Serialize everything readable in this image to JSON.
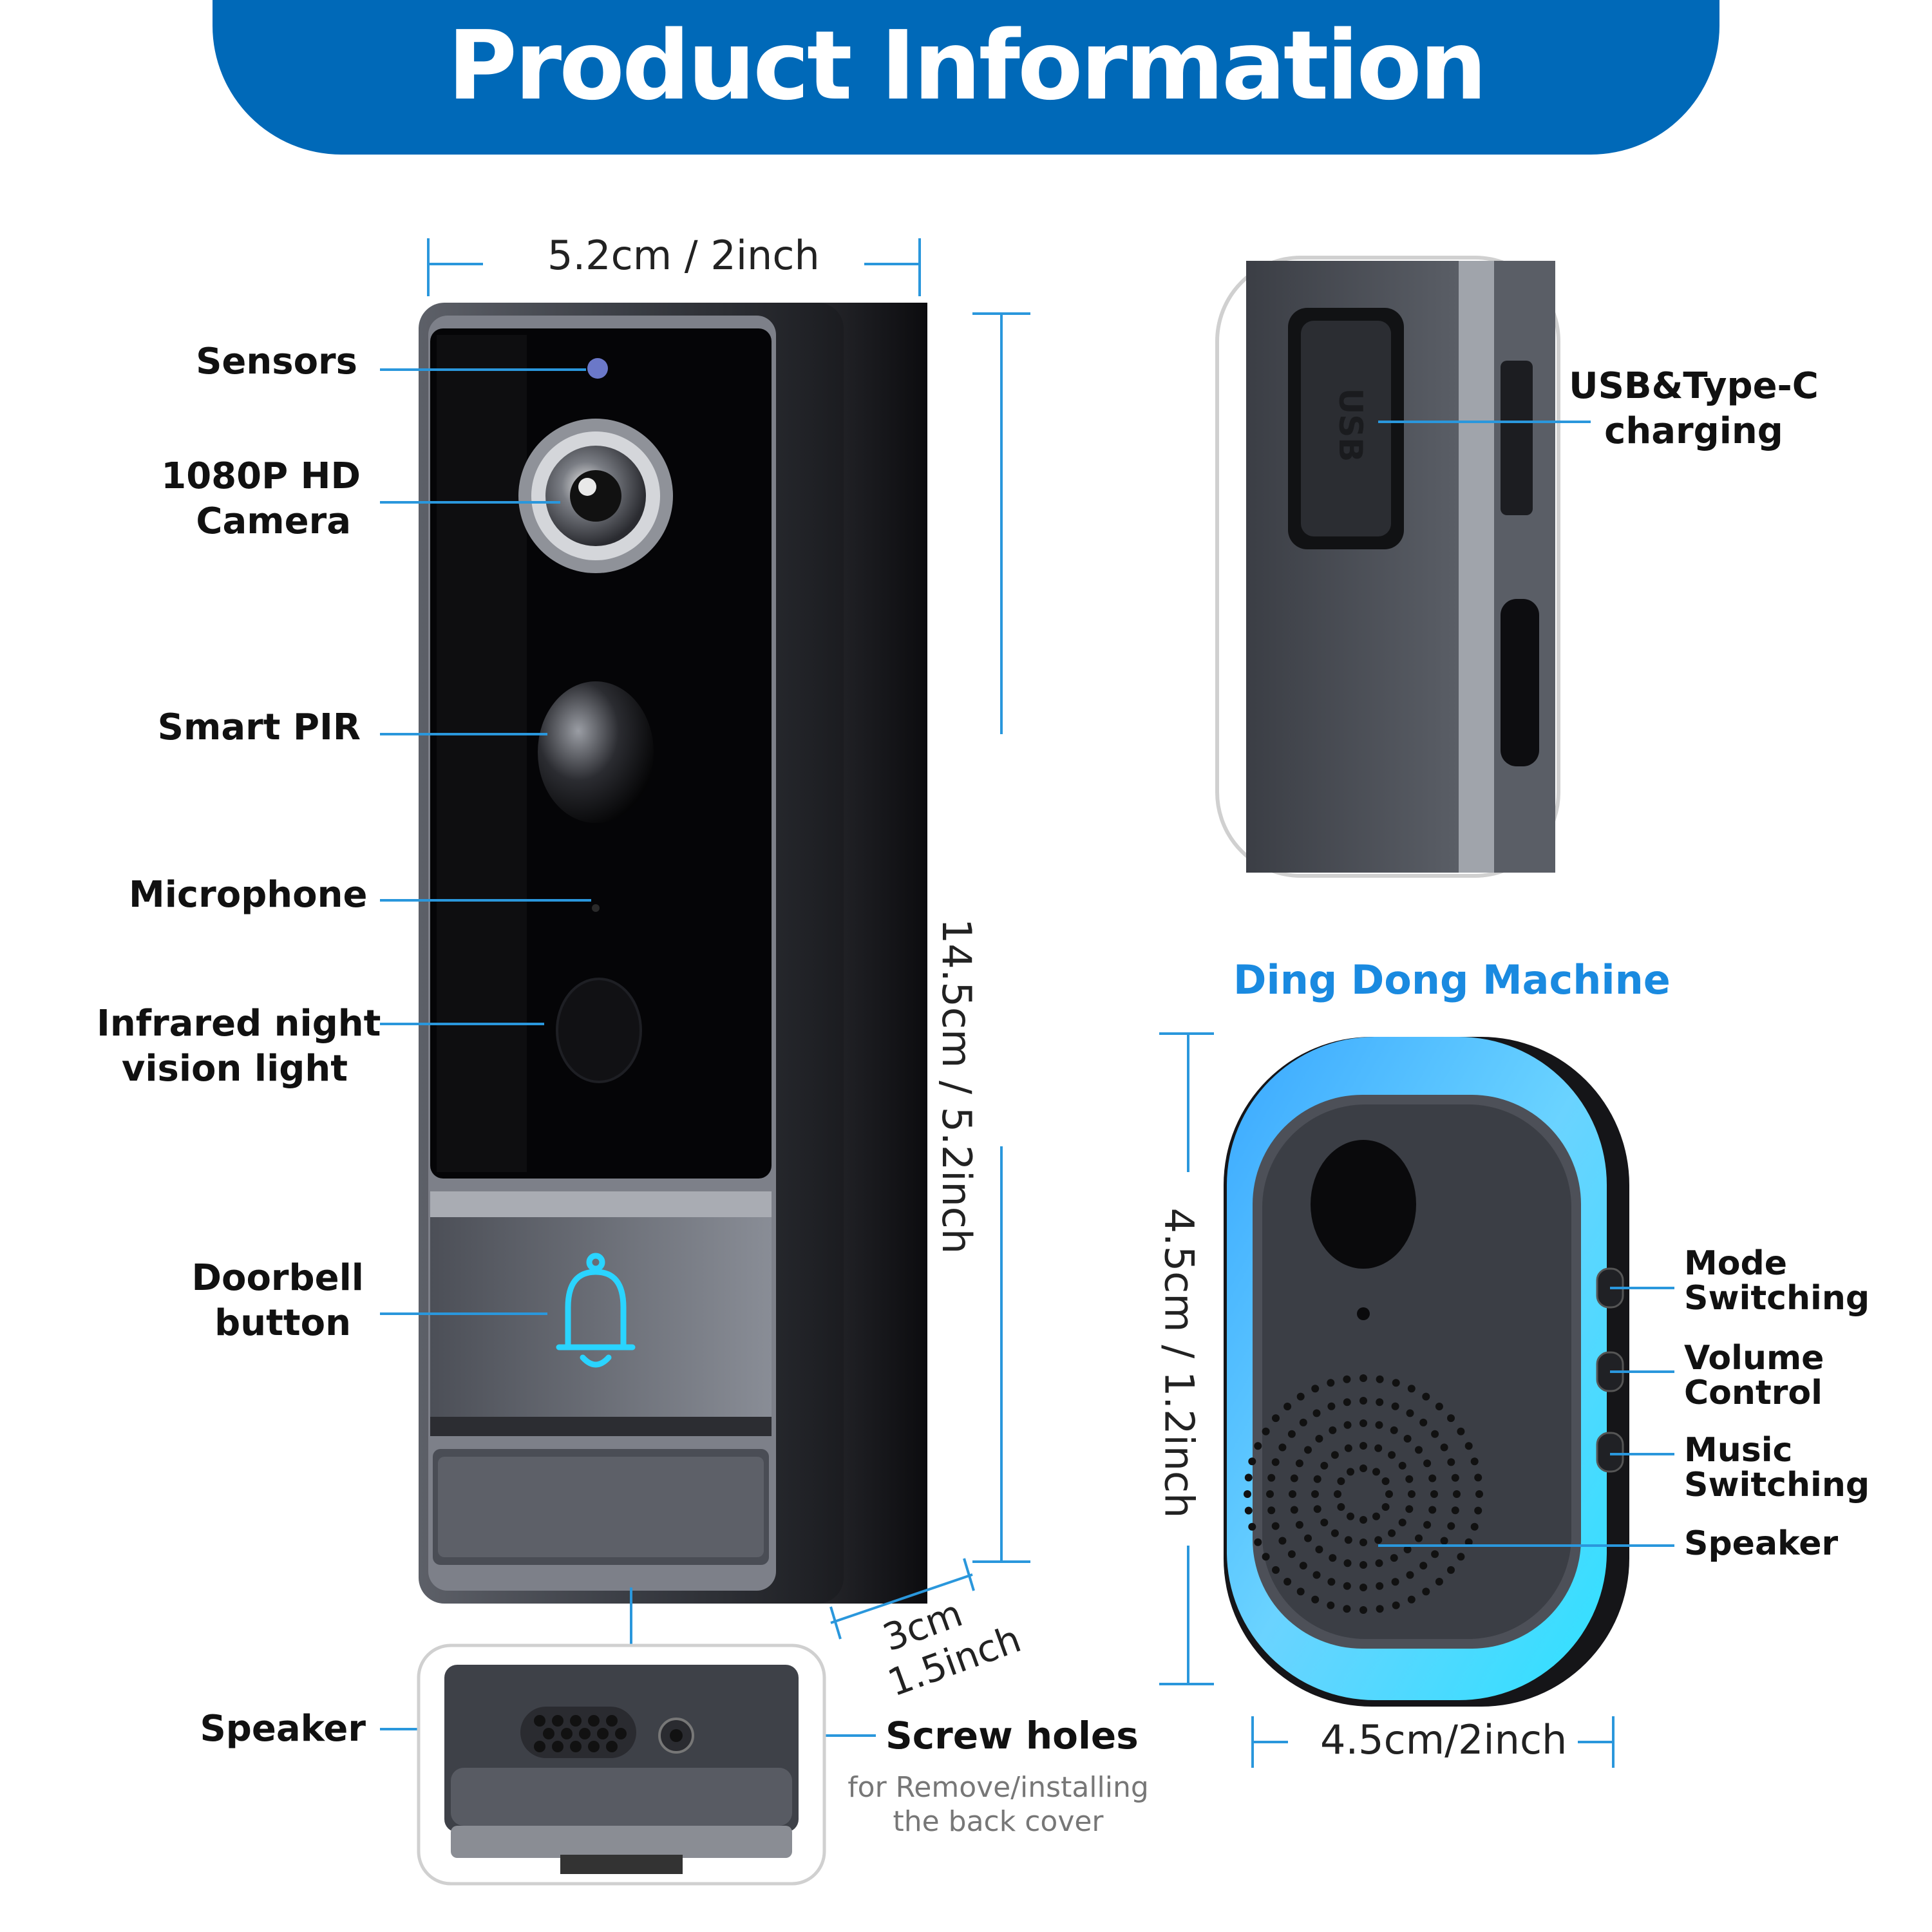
{
  "header": {
    "title": "Product Information"
  },
  "doorbell": {
    "width_dim": "5.2cm / 2inch",
    "height_dim": "14.5cm / 5.2inch",
    "depth_dim_1": "3cm",
    "depth_dim_2": "1.5inch",
    "labels": {
      "sensors": "Sensors",
      "camera_1": "1080P HD",
      "camera_2": "Camera",
      "pir": "Smart PIR",
      "microphone": "Microphone",
      "infrared_1": "Infrared night",
      "infrared_2": "vision light",
      "button_1": "Doorbell",
      "button_2": "button",
      "speaker": "Speaker",
      "screw": "Screw holes",
      "screw_note_1": "for Remove/installing",
      "screw_note_2": "the back cover"
    }
  },
  "usb": {
    "label_1": "USB&Type-C",
    "label_2": "charging",
    "port_text": "USB"
  },
  "chime": {
    "title": "Ding Dong Machine",
    "height_dim": "4.5cm / 1.2inch",
    "width_dim": "4.5cm/2inch",
    "labels": {
      "mode_1": "Mode",
      "mode_2": "Switching",
      "volume_1": "Volume",
      "volume_2": "Control",
      "music_1": "Music",
      "music_2": "Switching",
      "speaker": "Speaker"
    }
  },
  "colors": {
    "brand_blue": "#0069b8",
    "accent_blue": "#1a8ae0",
    "line_blue": "#2a97dc",
    "chime_glow": "#36c7ff"
  }
}
